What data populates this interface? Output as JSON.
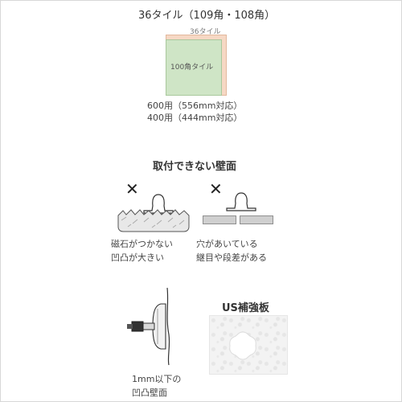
{
  "tile_section": {
    "title": "36タイル（109角・108角）",
    "outer_label": "36タイル",
    "inner_label": "100角タイル",
    "note_600": "600用（556mm対応）",
    "note_400": "400用（444mm対応）",
    "outer_color": "#f6d8c4",
    "inner_color": "#cfe5c6"
  },
  "unsuitable_section": {
    "title": "取付できない壁面",
    "left_mark": "✕",
    "right_mark": "✕",
    "left_caption_line1": "磁石がつかない",
    "left_caption_line2": "凹凸が大きい",
    "right_caption_line1": "穴があいている",
    "right_caption_line2": "継目や段差がある"
  },
  "bottom_section": {
    "side_caption_line1": "1mm以下の",
    "side_caption_line2": "凹凸壁面",
    "us_title": "US補強板"
  }
}
